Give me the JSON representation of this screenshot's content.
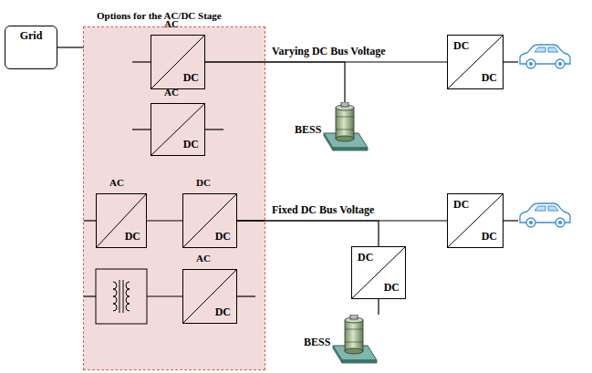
{
  "diagram": {
    "nodes": [
      {
        "text": [
          "Grid"
        ]
      },
      {
        "text": [
          "Options for the AC/DC Stage"
        ]
      },
      {
        "text": [
          "AC",
          "DC"
        ],
        "in": 1
      },
      {
        "text": [
          "AC",
          "DC"
        ],
        "in": 1
      },
      {
        "text": [
          "AC",
          "DC"
        ],
        "in": 1
      },
      {
        "text": [
          "DC",
          "DC"
        ],
        "in": 1
      },
      {
        "text": [
          "AC",
          "DC"
        ],
        "in": 1
      },
      {
        "text": [
          "BESS"
        ]
      },
      {
        "text": [
          "DC",
          "DC"
        ]
      },
      {
        "text": [
          "DC",
          "DC"
        ]
      },
      {
        "text": [
          "DC",
          "DC"
        ]
      },
      {
        "text": [
          "BESS"
        ]
      }
    ],
    "edges": [
      {
        "from": 0,
        "to": 1,
        "arrow": "none"
      },
      {
        "from": 2,
        "to": 8,
        "arrow": "none"
      },
      {
        "from": 2,
        "to": 7,
        "arrow": "none"
      },
      {
        "from": 4,
        "to": 5,
        "arrow": "none"
      },
      {
        "from": 5,
        "to": 9,
        "arrow": "none"
      },
      {
        "from": 5,
        "to": 10,
        "arrow": "none"
      },
      {
        "from": 10,
        "to": 11,
        "arrow": "none"
      }
    ],
    "labels": [
      "Varying DC Bus Voltage",
      "Fixed DC Bus Voltage"
    ]
  }
}
